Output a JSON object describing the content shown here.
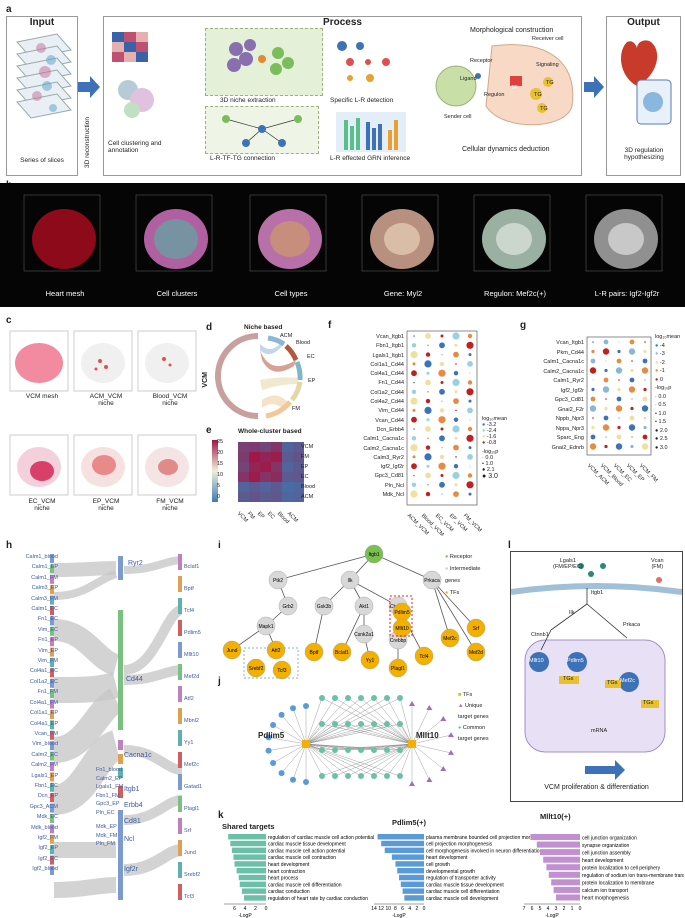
{
  "labels": {
    "a": "a",
    "b": "b",
    "c": "c",
    "d": "d",
    "e": "e",
    "f": "f",
    "g": "g",
    "h": "h",
    "i": "i",
    "j": "j",
    "k": "k",
    "l": "l"
  },
  "panel_a": {
    "input_title": "Input",
    "process_title": "Process",
    "output_title": "Output",
    "series": "Series of slices",
    "recon": "3D reconstruction",
    "clustering": "Cell clustering and\nannotation",
    "niche": "3D niche extraction",
    "lr": "Specific L-R detection",
    "lrtf": "L-R-TF-TG connection",
    "grn": "L-R effected GRN inference",
    "morph": "Morphological construction",
    "dyn": "Cellular dynamics deduction",
    "hyp": "3D regulation\nhypothesizing",
    "receiver": "Receiver cell",
    "sender": "Sender cell",
    "receptor": "Receptor",
    "ligand": "Ligand",
    "signaling": "Signaling",
    "regulon": "Regulon",
    "tf": "TF",
    "tg1": "TG",
    "tg2": "TG",
    "tg3": "TG"
  },
  "panel_b": {
    "captions": [
      "Heart mesh",
      "Cell clusters",
      "Cell types",
      "Gene: Myl2",
      "Regulon: Mef2c(+)",
      "L-R pairs: Igf2-Igf2r"
    ]
  },
  "panel_c": {
    "captions": [
      "VCM mesh",
      "ACM_VCM\nniche",
      "Blood_VCM\nniche",
      "EC_VCM\nniche",
      "EP_VCM\nniche",
      "FM_VCM\nniche"
    ]
  },
  "panel_d": {
    "title": "Niche based",
    "center": "VCM",
    "arcs": [
      "ACM",
      "Blood",
      "EC",
      "EP",
      "FM"
    ],
    "colors": [
      "#8ab7d8",
      "#b7553f",
      "#7fb6c9",
      "#e3d6a7",
      "#f0c89a"
    ]
  },
  "panel_e": {
    "title": "Whole-cluster based",
    "rows": [
      "VCM",
      "FM",
      "EP",
      "EC",
      "Blood",
      "ACM"
    ],
    "cols": [
      "VCM",
      "FM",
      "EP",
      "EC",
      "Blood",
      "ACM"
    ],
    "ticks": [
      "25",
      "20",
      "15",
      "10",
      "5",
      "0"
    ],
    "matrix": [
      [
        15,
        16,
        14,
        18,
        6,
        8
      ],
      [
        16,
        25,
        22,
        24,
        8,
        10
      ],
      [
        14,
        22,
        24,
        18,
        6,
        8
      ],
      [
        18,
        24,
        18,
        20,
        8,
        9
      ],
      [
        6,
        8,
        6,
        8,
        4,
        5
      ],
      [
        8,
        10,
        8,
        9,
        5,
        6
      ]
    ]
  },
  "panel_f": {
    "rows": [
      "Vcan_Itgb1",
      "Fbn1_Itgb1",
      "Lgals1_Itgb1",
      "Col1a1_Cd44",
      "Col4a1_Cd44",
      "Fn1_Cd44",
      "Col1a2_Cd44",
      "Col4a2_Cd44",
      "Vim_Cd44",
      "Vcan_Cd44",
      "Dcn_Erbb4",
      "Calm1_Cacna1c",
      "Calm2_Cacna1c",
      "Calm3_Ryr2",
      "Igf2_Igf2r",
      "Gpc3_Cd81",
      "Pln_Ncl",
      "Mdk_Ncl"
    ],
    "cols": [
      "ACM_VCM",
      "Blood_VCM",
      "EC_VCM",
      "EP_VCM",
      "FM_VCM"
    ],
    "legend_title": "log₁₀mean",
    "legend_vals": [
      "-3.2",
      "-2.4",
      "-1.6",
      "-0.8"
    ],
    "size_title": "-log₁₀p",
    "size_vals": [
      "0.0",
      "1.0",
      "2.1",
      "3.0"
    ]
  },
  "panel_g": {
    "rows": [
      "Vcan_Itgb1",
      "Pkm_Cd44",
      "Calm1_Cacna1c",
      "Calm2_Cacna1c",
      "Calm1_Ryr2",
      "Igf2_Igf2r",
      "Gpc3_Cd81",
      "Gnai2_F2r",
      "Nppb_Npr3",
      "Nppa_Npr3",
      "Sparc_Eng",
      "Gnai2_Ednrb"
    ],
    "cols": [
      "VCM_ACM",
      "VCM_Blood",
      "VCM_EC",
      "VCM_EP",
      "VCM_FM"
    ],
    "legend_title": "log₁₀mean",
    "legend_vals": [
      "-4",
      "-3",
      "-2",
      "-1",
      "0"
    ],
    "size_title": "-log₁₀p",
    "size_vals": [
      "0.0",
      "0.5",
      "1.0",
      "1.5",
      "2.0",
      "2.5",
      "3.0"
    ]
  },
  "panel_h": {
    "left": [
      "Calm1_blood",
      "Calm1_EP",
      "Calm1_FM",
      "Calm3_EP",
      "Calm3_FM",
      "Calm1_EC",
      "Fn1_EC",
      "Vim_EC",
      "Fn1_EP",
      "Vim_EP",
      "Vim_FM",
      "Col4a1_EC",
      "Col1a2_EC",
      "Fn1_FM",
      "Col4a1_FM",
      "Col1a1_EP",
      "Col4a1_EP",
      "Vcan_FM",
      "Vim_blood",
      "Calm2_EC",
      "Calm2_FM",
      "Lgals1_EP",
      "Fbn1_EC",
      "Dcn_EP",
      "Gpc3_ACM",
      "Mdk_EC",
      "Mdk_blood",
      "Igf2_FM",
      "Igf2_EP",
      "Igf2_EC",
      "Igf2_blood"
    ],
    "mid": [
      "Ryr2",
      "Cd44",
      "Fn1_blood",
      "Calm2_EP",
      "Lgals1_FM",
      "Fbn1_FM",
      "Gpc3_EP",
      "Pln_EC",
      "Mdk_EP",
      "Mdk_FM",
      "Pln_FM",
      "Cacna1c",
      "Itgb1",
      "Erbb4",
      "Cd81",
      "Ncl",
      "Igf2r"
    ],
    "right": [
      "Bclaf1",
      "Bptf",
      "Tcf4",
      "Pdlim5",
      "Mllt10",
      "Mef2d",
      "Atf2",
      "Mbnl2",
      "Yy1",
      "Mef2c",
      "Gatad1",
      "Plagl1",
      "Srf",
      "Jund",
      "Srebf2",
      "Tcf3"
    ]
  },
  "panel_i": {
    "nodes": [
      "Itgb1",
      "Ptk2",
      "Ilk",
      "Prkaca",
      "Grb2",
      "Gsk3b",
      "Akt1",
      "Ctnnb1",
      "Mapk1",
      "Csnk2a1",
      "Crebbp",
      "Jund",
      "Atf2",
      "Srebf2",
      "Tcf3",
      "Bptf",
      "Bclaf1",
      "Yy1",
      "Plagl1",
      "Tcf4",
      "Pdlim5",
      "Mllt10",
      "Mef2c",
      "Srf",
      "Mef2d"
    ],
    "legend": [
      "Receptor",
      "Intermediate\ngenes",
      "TFs"
    ]
  },
  "panel_j": {
    "hub1": "Pdlim5",
    "hub2": "Mllt10",
    "legend": [
      "TFs",
      "Unique\ntarget genes",
      "Common\ntarget genes"
    ]
  },
  "panel_k": {
    "shared_title": "Shared targets",
    "pdlim5_title": "Pdlim5(+)",
    "mllt10_title": "Mllt10(+)",
    "axis": "-LogP",
    "shared_terms": [
      "regulation of cardiac muscle cell action potential",
      "cardiac muscle tissue development",
      "cardiac muscle cell action potential",
      "cardiac muscle cell contraction",
      "heart development",
      "heart contraction",
      "heart process",
      "cardiac muscle cell differentiation",
      "cardiac conduction",
      "regulation of heart rate by cardiac conduction"
    ],
    "shared_vals": [
      7.2,
      6.8,
      6.5,
      6.2,
      6.0,
      5.6,
      5.2,
      5.0,
      4.6,
      4.2
    ],
    "shared_ticks": [
      "0",
      "2",
      "4",
      "6"
    ],
    "pdlim5_terms": [
      "plasma membrane bounded cell projection morphogenesis",
      "cell projection morphogenesis",
      "cell morphogenesis involved in neuron differentiation",
      "heart development",
      "cell growth",
      "developmental growth",
      "regulation of transporter activity",
      "cardiac muscle tissue development",
      "cardiac muscle cell differentiation",
      "cardiac muscle cell development"
    ],
    "pdlim5_vals": [
      13,
      12,
      11,
      9,
      8,
      7.5,
      7,
      6.5,
      6,
      5.5
    ],
    "pdlim5_ticks": [
      "0",
      "2",
      "4",
      "6",
      "8",
      "10",
      "12",
      "14"
    ],
    "mllt10_terms": [
      "cell junction organization",
      "synapse organization",
      "cell junction assembly",
      "heart development",
      "protein localization to cell periphery",
      "regulation of sodium ion trans-membrane transporter activity",
      "protein localization to membrane",
      "calcium ion transport",
      "heart morphogenesis"
    ],
    "mllt10_vals": [
      6.2,
      5.4,
      5.0,
      4.6,
      4.2,
      3.9,
      3.6,
      3.3,
      3.0
    ],
    "mllt10_ticks": [
      "0",
      "1",
      "2",
      "3",
      "4",
      "5",
      "6",
      "7"
    ]
  },
  "panel_l": {
    "ligand": "Lgals1\n(FM/EP/EC)",
    "vcan": "Vcan\n(FM)",
    "receptor": "Itgb1",
    "ilk": "Ilk",
    "ctnnb1": "Ctnnb1",
    "prkaca": "Prkaca",
    "mllt10": "Mllt10",
    "pdlim5": "Pdlim5",
    "mef2c": "Mef2c",
    "tgs": "TGs",
    "mrna": "mRNA",
    "outcome": "VCM proliferation & differentiation"
  }
}
